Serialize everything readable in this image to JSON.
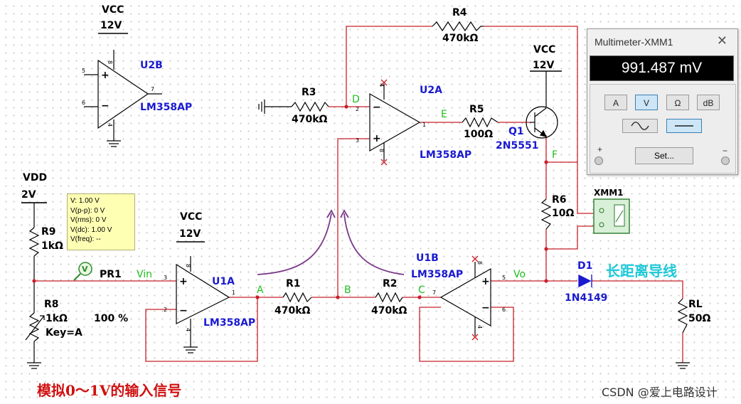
{
  "components": {
    "u2b": {
      "ref": "U2B",
      "part": "LM358AP",
      "vcc_label": "VCC",
      "vcc_value": "12V",
      "pins": [
        "5",
        "6",
        "7",
        "8",
        "4"
      ]
    },
    "u2a": {
      "ref": "U2A",
      "part": "LM358AP",
      "pins": [
        "2",
        "3",
        "1",
        "4",
        "8"
      ]
    },
    "u1a": {
      "ref": "U1A",
      "part": "LM358AP",
      "vcc_label": "VCC",
      "vcc_value": "12V",
      "pins": [
        "3",
        "2",
        "1",
        "8",
        "4"
      ]
    },
    "u1b": {
      "ref": "U1B",
      "part": "LM358AP",
      "pins": [
        "5",
        "6",
        "7",
        "8",
        "4"
      ]
    },
    "r1": {
      "ref": "R1",
      "value": "470kΩ"
    },
    "r2": {
      "ref": "R2",
      "value": "470kΩ"
    },
    "r3": {
      "ref": "R3",
      "value": "470kΩ"
    },
    "r4": {
      "ref": "R4",
      "value": "470kΩ"
    },
    "r5": {
      "ref": "R5",
      "value": "100Ω"
    },
    "r6": {
      "ref": "R6",
      "value": "10Ω"
    },
    "r9": {
      "ref": "R9",
      "value": "1kΩ"
    },
    "r8": {
      "ref": "R8",
      "value": "1kΩ",
      "key": "Key=A",
      "percent": "100 %"
    },
    "rl": {
      "ref": "RL",
      "value": "50Ω"
    },
    "q1": {
      "ref": "Q1",
      "part": "2N5551",
      "vcc_label": "VCC",
      "vcc_value": "12V"
    },
    "d1": {
      "ref": "D1",
      "part": "1N4149"
    },
    "vdd": {
      "label": "VDD",
      "value": "2V"
    },
    "probe": {
      "ref": "PR1"
    },
    "xmm1": {
      "ref": "XMM1"
    }
  },
  "nodes": {
    "a": "A",
    "b": "B",
    "c": "C",
    "d": "D",
    "e": "E",
    "f": "F",
    "vin": "Vin",
    "vo": "Vo"
  },
  "annotations": {
    "long_line": "长距离导线",
    "input_signal": "模拟0～1V的输入信号",
    "watermark": "CSDN @爱上电路设计"
  },
  "probe_tooltip": {
    "lines": [
      "V: 1.00 V",
      "V(p-p): 0 V",
      "V(rms): 0 V",
      "V(dc): 1.00 V",
      "V(freq): --"
    ]
  },
  "multimeter": {
    "title": "Multimeter-XMM1",
    "close": "✕",
    "reading": "991.487 mV",
    "modes": [
      "A",
      "V",
      "Ω",
      "dB"
    ],
    "active_mode": "V",
    "set_label": "Set...",
    "plus": "+",
    "minus": "−"
  },
  "colors": {
    "wire": "#c8202a",
    "ground": "#000000",
    "ref_text": "#1a1ad0",
    "node_text": "#1fbf1f",
    "long_line_text": "#1ec8d8",
    "annotation": "#d01010",
    "arrow": "#7a3a8a"
  }
}
